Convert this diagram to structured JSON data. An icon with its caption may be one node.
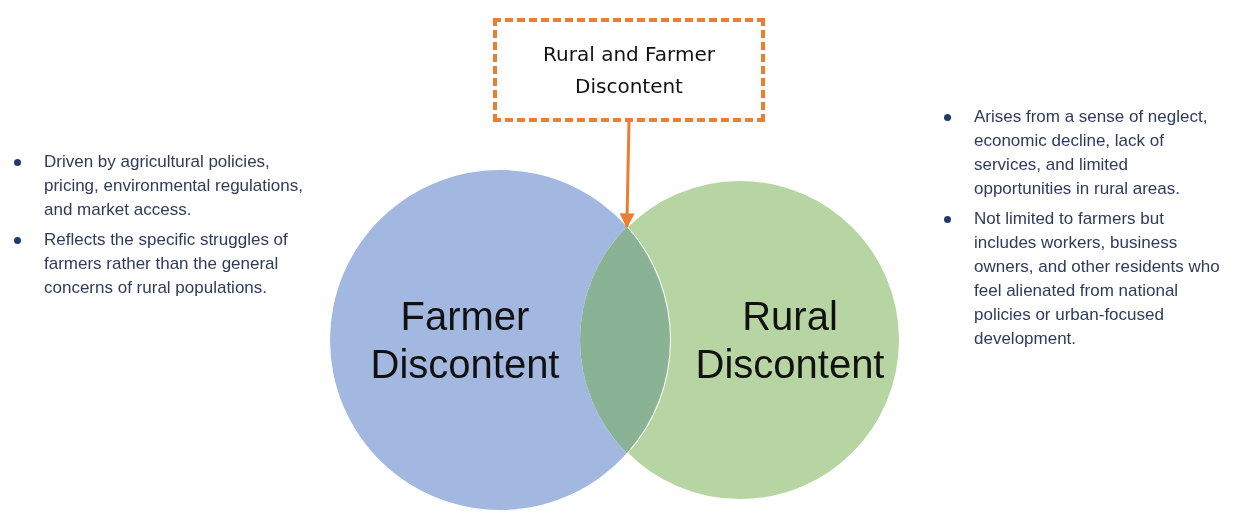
{
  "diagram": {
    "nodes": [
      {
        "text": [
          "Rural and Farmer Discontent"
        ]
      },
      {
        "text": [
          "Farmer Discontent"
        ],
        "beside": [
          "Driven by agricultural policies, pricing, environmental regulations, and market access.",
          "Reflects the specific struggles of farmers rather than the general concerns of rural populations."
        ]
      },
      {
        "text": [
          "Rural Discontent"
        ],
        "beside": [
          "Arises from a sense of neglect, economic decline, lack of services, and limited opportunities in rural areas.",
          "Not limited to farmers but includes workers, business owners, and other residents who feel alienated from national policies or urban-focused development."
        ]
      },
      {
        "text": [],
        "shape": "lens"
      }
    ],
    "edges": [
      {
        "from": 0,
        "to": 3,
        "arrow": "to"
      }
    ]
  }
}
